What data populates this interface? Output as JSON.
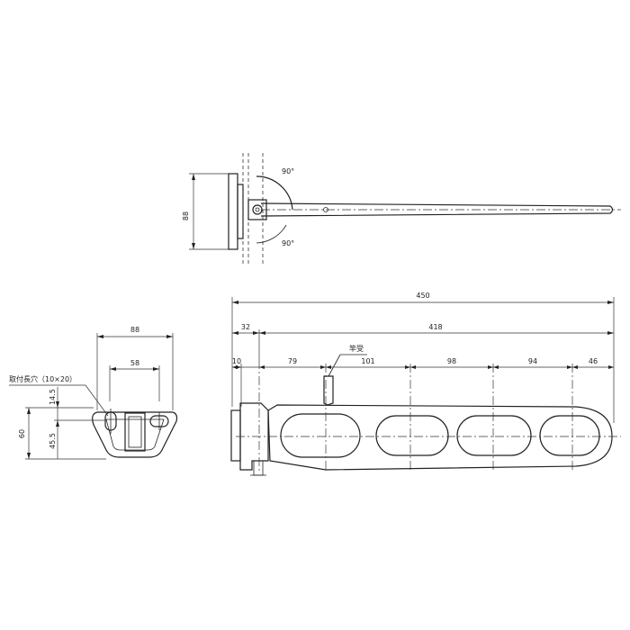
{
  "top_view": {
    "dim_height": "88",
    "angle_upper": "90°",
    "angle_lower": "90°"
  },
  "side_view": {
    "dim_total_length": "450",
    "dim_base_32": "32",
    "dim_418": "418",
    "dim_10": "10",
    "segments": [
      "79",
      "101",
      "98",
      "94",
      "46"
    ],
    "label_rod_holder": "竿受"
  },
  "front_view": {
    "dim_width_88": "88",
    "dim_58": "58",
    "dim_60": "60",
    "dim_14_5": "14.5",
    "dim_45_5": "45.5",
    "label_mount_hole": "取付長穴（10×20）"
  }
}
